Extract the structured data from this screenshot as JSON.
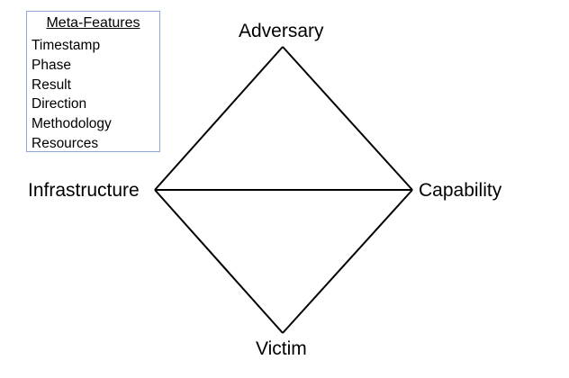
{
  "meta_features": {
    "title": "Meta-Features",
    "items": [
      "Timestamp",
      "Phase",
      "Result",
      "Direction",
      "Methodology",
      "Resources"
    ]
  },
  "diamond": {
    "top": "Adversary",
    "left": "Infrastructure",
    "right": "Capability",
    "bottom": "Victim"
  },
  "colors": {
    "box_border": "#8fa8d8",
    "lines": "#000000"
  }
}
